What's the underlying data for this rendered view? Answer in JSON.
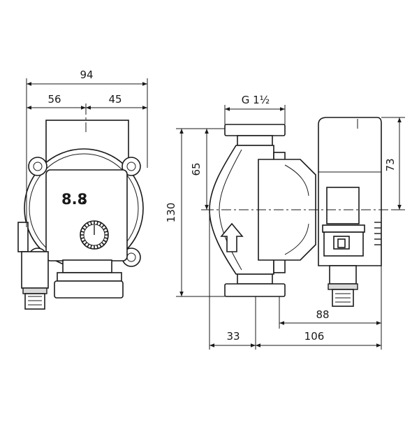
{
  "dimensions": {
    "overall_width": "94",
    "left_width": "56",
    "right_width": "45",
    "thread": "G 1½",
    "axis_to_top": "65",
    "total_height": "130",
    "motor_upper": "73",
    "motor_depth": "88",
    "total_depth": "106",
    "flange_offset": "33"
  },
  "display": {
    "readout": "8.8"
  }
}
